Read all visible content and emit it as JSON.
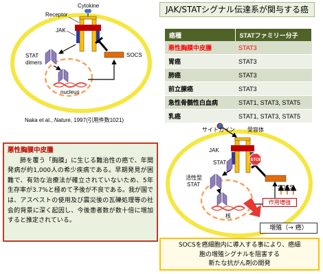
{
  "left_diagram": {
    "labels": {
      "cytokine": "Cytokine",
      "receptor": "Receptor",
      "jak": "JAK",
      "stat_dimers_1": "STAT",
      "stat_dimers_2": "dimers",
      "socs": "SOCS",
      "nucleus": "nucleus"
    }
  },
  "citation": {
    "prefix": "Naka et al., ",
    "journal": "Nature",
    "suffix": ", 1997(引用件数1021)"
  },
  "mesothelioma": {
    "title": "悪性胸膜中皮腫",
    "body": "肺を覆う「胸膜」に生じる難治性の癌で、年間発病が約1,000人の希少疾病である。早期発見が困難で、有効な治療法が確立されていないため、5年生存率が3.7%と極めて予後が不良である。我が国では、アスベストの使用及び震災後の瓦礫処理等の社会的背景に深く起因し、今後患者数が数十倍に増加すると推定されている。"
  },
  "pathway_title": "JAK/STATシグナル伝達系が関与する癌",
  "cancer_table": {
    "headers": [
      "癌種",
      "STATファミリー分子"
    ],
    "rows": [
      {
        "cancer": "悪性胸膜中皮腫",
        "stat": "STAT3"
      },
      {
        "cancer": "胃癌",
        "stat": "STAT3"
      },
      {
        "cancer": "肺癌",
        "stat": "STAT3"
      },
      {
        "cancer": "前立腺癌",
        "stat": "STAT3"
      },
      {
        "cancer": "急性骨髄性白血病",
        "stat": "STAT1, STAT3, STAT5"
      },
      {
        "cancer": "乳癌",
        "stat": "STAT1, STAT3, STAT5"
      }
    ]
  },
  "right_diagram": {
    "labels": {
      "cytokine": "サイトカイン",
      "receptor": "受容体",
      "jak": "JAK",
      "stat": "STAT",
      "active_stat_1": "活性型",
      "active_stat_2": "STAT",
      "stop": "STOP",
      "socs": "SOCS",
      "nucleus": "核",
      "amplify": "作用増強",
      "proliferation": "増殖（→ 癌）"
    }
  },
  "conclusion": {
    "line1": "SOCSを癌細胞内に導入する事により、癌細",
    "line2": "胞の増殖シグナルを阻害する",
    "line3": "新たな抗がん剤の開発"
  },
  "colors": {
    "cell_outline": "#f5e642",
    "nucleus_outline": "#f4a460",
    "receptor": "#ffc000",
    "jak": "#2f3aa0",
    "stat": "#8e7cc3",
    "socs": "#e36c09",
    "table_header": "#4f6228",
    "highlight_red": "#ff0000",
    "meso_border": "#c0392b"
  }
}
